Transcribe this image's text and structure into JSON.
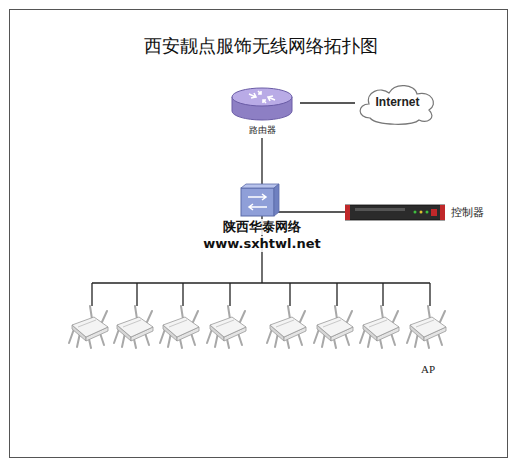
{
  "diagram": {
    "title": "西安靓点服饰无线网络拓扑图",
    "nodes": [
      {
        "text": [
          "路由器"
        ]
      },
      {
        "text": [
          "Internet"
        ]
      },
      {
        "text": [
          "控制器"
        ]
      }
    ],
    "edges": [
      {
        "from": 0,
        "to": 1,
        "arrow": "none"
      }
    ],
    "labels": [
      "陕西华泰网络",
      "www.sxhtwl.net",
      "AP"
    ]
  }
}
